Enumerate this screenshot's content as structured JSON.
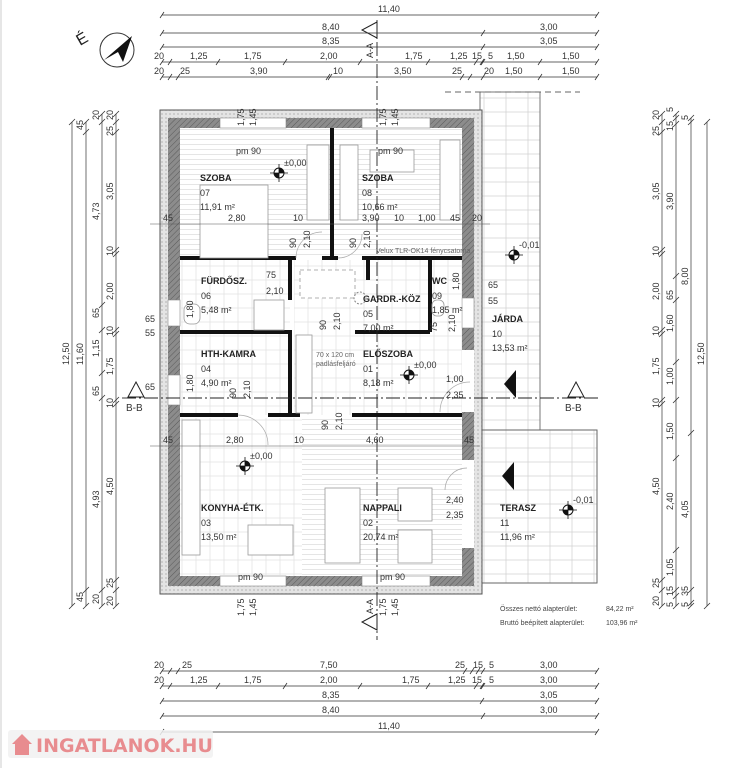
{
  "compass": {
    "label": "É"
  },
  "section_marks": {
    "a": "A-A",
    "b": "B-B"
  },
  "rooms": [
    {
      "name": "SZOBA",
      "number": "07",
      "area": "11,91 m²"
    },
    {
      "name": "SZOBA",
      "number": "08",
      "area": "10,66 m²"
    },
    {
      "name": "FÜRDŐSZ.",
      "number": "06",
      "area": "5,48 m²"
    },
    {
      "name": "GARDR.-KÖZ",
      "number": "05",
      "area": "7,00 m²"
    },
    {
      "name": "WC",
      "number": "09",
      "area": "1,85 m²"
    },
    {
      "name": "HTH-KAMRA",
      "number": "04",
      "area": "4,90 m²"
    },
    {
      "name": "ELŐSZOBA",
      "number": "01",
      "area": "8,18 m²"
    },
    {
      "name": "JÁRDA",
      "number": "10",
      "area": "13,53 m²"
    },
    {
      "name": "KONYHA-ÉTK.",
      "number": "03",
      "area": "13,50 m²"
    },
    {
      "name": "NAPPALI",
      "number": "02",
      "area": "20,74 m²"
    },
    {
      "name": "TERASZ",
      "number": "11",
      "area": "11,96 m²"
    }
  ],
  "levels": {
    "zero": "±0,00",
    "minus": "-0,01"
  },
  "notes": {
    "parapet": "pm 90",
    "skylight": "Velux TLR-OK14 fénycsatorna",
    "attic_size": "70 x 120 cm",
    "attic_label": "padlásfeljáró"
  },
  "summary": {
    "net_label": "Összes nettó alapterület:",
    "net_value": "84,22 m²",
    "gross_label": "Bruttó beépített alapterület:",
    "gross_value": "103,96 m²"
  },
  "dims": {
    "top": [
      [
        "11,40"
      ],
      [
        "8,40",
        "3,00"
      ],
      [
        "8,35",
        "3,05"
      ],
      [
        "20",
        "1,25",
        "1,75",
        "2,00",
        "1,75",
        "1,25",
        "15",
        "5",
        "1,50",
        "1,50"
      ],
      [
        "20",
        "25",
        "3,90",
        "10",
        "3,50",
        "25",
        "20",
        "1,50",
        "1,50"
      ]
    ],
    "bottom": [
      [
        "20",
        "25",
        "7,50",
        "25",
        "15",
        "5",
        "3,00"
      ],
      [
        "20",
        "1,25",
        "1,75",
        "2,00",
        "1,75",
        "1,25",
        "15",
        "5",
        "3,00"
      ],
      [
        "8,35",
        "3,05"
      ],
      [
        "8,40",
        "3,00"
      ],
      [
        "11,40"
      ]
    ],
    "left": [
      [
        "12,50"
      ],
      [
        "45",
        "11,60",
        "45"
      ],
      [
        "20",
        "4,73",
        "65",
        "1,15",
        "65",
        "4,93",
        "20"
      ],
      [
        "20",
        "25",
        "3,05",
        "10",
        "2,00",
        "10",
        "1,75",
        "10",
        "4,50",
        "25",
        "20"
      ]
    ],
    "right": [
      [
        "20",
        "25",
        "3,05",
        "10",
        "2,00",
        "10",
        "1,75",
        "10",
        "4,50",
        "25",
        "20"
      ],
      [
        "5",
        "15",
        "3,90",
        "65",
        "1,60",
        "1,00",
        "1,50",
        "2,40",
        "1,05",
        "15",
        "5"
      ],
      [
        "5",
        "8,00",
        "4,05",
        "35",
        "5"
      ],
      [
        "12,50"
      ]
    ],
    "interior": {
      "row_upper": [
        "45",
        "2,80",
        "10",
        "3,90",
        "10",
        "1,00",
        "45",
        "20"
      ],
      "row_lower": [
        "45",
        "2,80",
        "10",
        "4,60",
        "45"
      ],
      "window_w": "1,75",
      "window_h": "1,45",
      "door_90": "90",
      "door_75": "75",
      "door_h": "2,10",
      "wc_win": "1,80",
      "hth_win": "1,80",
      "side_65": "65",
      "side_55": "55",
      "entry_w": "1,00",
      "entry_h": "2,35",
      "terrace_w": "2,40",
      "terrace_h": "2,35"
    }
  },
  "watermark": "INGATLANOK.HU"
}
